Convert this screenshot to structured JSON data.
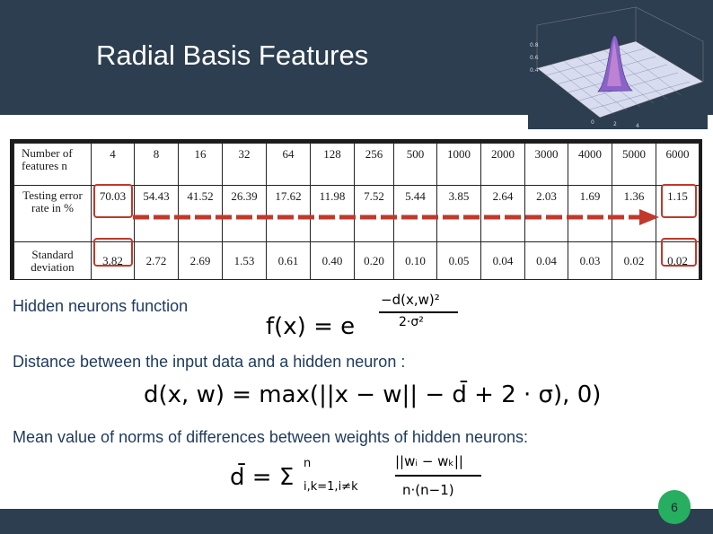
{
  "slide": {
    "title": "Radial Basis Features",
    "number": "6"
  },
  "table": {
    "row_labels": [
      "Number of features n",
      "Testing error rate in %",
      "Standard deviation"
    ],
    "features": [
      "4",
      "8",
      "16",
      "32",
      "64",
      "128",
      "256",
      "500",
      "1000",
      "2000",
      "3000",
      "4000",
      "5000",
      "6000"
    ],
    "error_rate": [
      "70.03",
      "54.43",
      "41.52",
      "26.39",
      "17.62",
      "11.98",
      "7.52",
      "5.44",
      "3.85",
      "2.64",
      "2.03",
      "1.69",
      "1.36",
      "1.15"
    ],
    "std_dev": [
      "3.82",
      "2.72",
      "2.69",
      "1.53",
      "0.61",
      "0.40",
      "0.20",
      "0.10",
      "0.05",
      "0.04",
      "0.04",
      "0.03",
      "0.02",
      "0.02"
    ]
  },
  "sections": {
    "hidden_function_label": "Hidden neurons function",
    "distance_label": "Distance between the input data and a hidden neuron :",
    "mean_label": "Mean value of norms of differences between weights of hidden neurons:"
  },
  "formulas": {
    "f_lhs": "f(x) = e",
    "f_exponent_num": "−d(x,w)²",
    "f_exponent_den": "2·σ²",
    "d_formula": "d(x, w) = max(||x − w|| − d̄ + 2 · σ), 0)",
    "dbar_lhs": "d̄ = Σ",
    "dbar_sub": "i,k=1,i≠k",
    "dbar_sup": "n",
    "dbar_num": "||wᵢ − wₖ||",
    "dbar_den": "n·(n−1)"
  },
  "colors": {
    "header": "#2c3e50",
    "accent_green": "#27ae60",
    "highlight_red": "#c0392b",
    "text_blue": "#1e3a5f"
  },
  "icons": {
    "plot": "3d-gaussian-surface-plot",
    "arrow": "red-dashed-arrow-right"
  }
}
